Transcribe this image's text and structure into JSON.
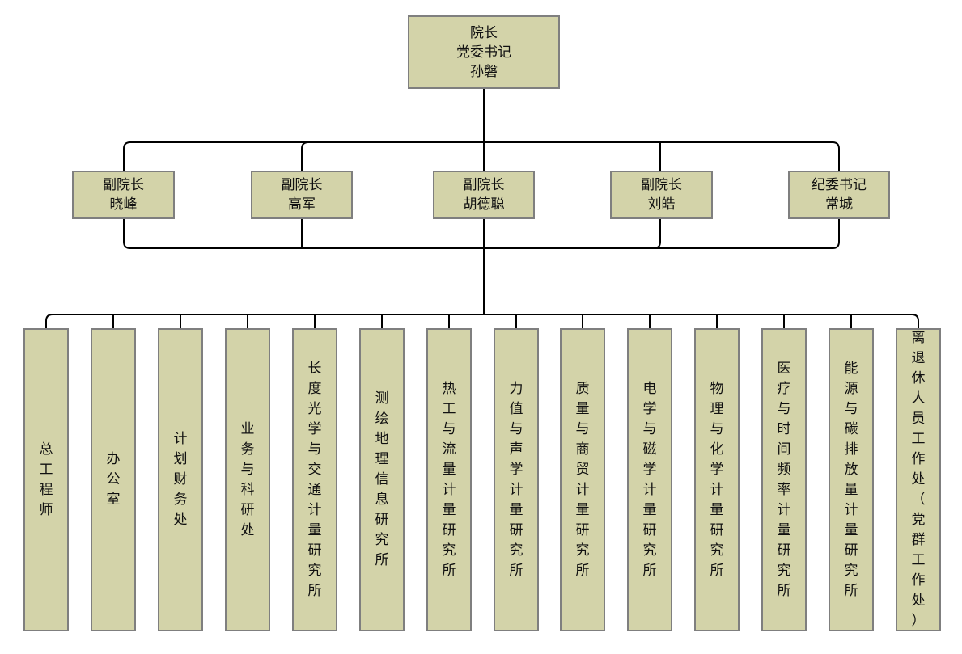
{
  "president": {
    "lines": [
      "院长",
      "党委书记",
      "孙磐"
    ]
  },
  "vice": [
    {
      "lines": [
        "副院长",
        "晓峰"
      ]
    },
    {
      "lines": [
        "副院长",
        "高军"
      ]
    },
    {
      "lines": [
        "副院长",
        "胡德聪"
      ]
    },
    {
      "lines": [
        "副院长",
        "刘皓"
      ]
    },
    {
      "lines": [
        "纪委书记",
        "常城"
      ]
    }
  ],
  "departments": [
    {
      "label": "总工程师"
    },
    {
      "label": "办公室"
    },
    {
      "label": "计划财务处"
    },
    {
      "label": "业务与科研处"
    },
    {
      "label": "长度光学与交通计量研究所"
    },
    {
      "label": "测绘地理信息研究所"
    },
    {
      "label": "热工与流量计量研究所"
    },
    {
      "label": "力值与声学计量研究所"
    },
    {
      "label": "质量与商贸计量研究所"
    },
    {
      "label": "电学与磁学计量研究所"
    },
    {
      "label": "物理与化学计量研究所"
    },
    {
      "label": "医疗与时间频率计量研究所"
    },
    {
      "label": "能源与碳排放量计量研究所"
    },
    {
      "label": "离退休人员工作处（党群工作处）"
    }
  ],
  "colors": {
    "box_fill": "#d3d3a9",
    "box_border": "#7f7f7f",
    "line": "#000000"
  }
}
